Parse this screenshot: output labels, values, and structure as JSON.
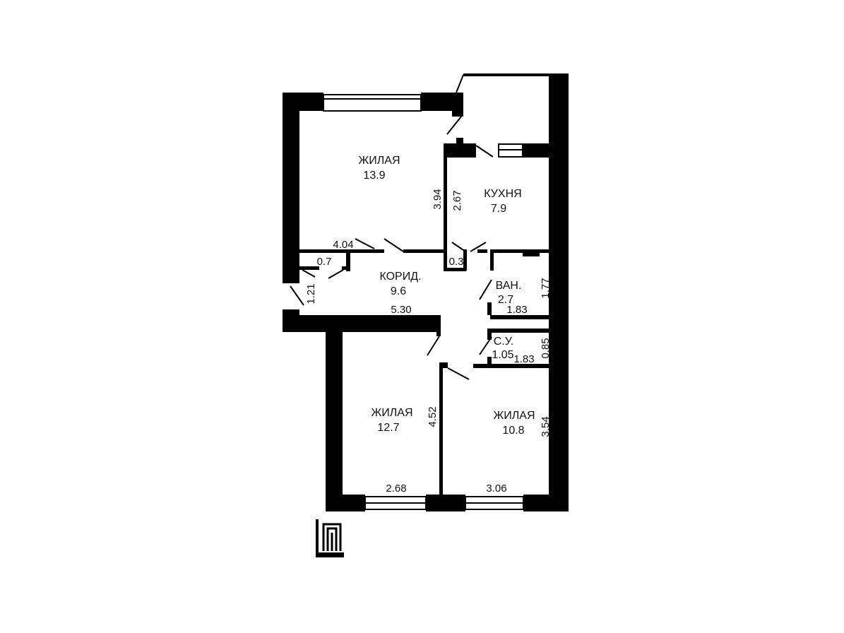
{
  "colors": {
    "wall": "#000000",
    "background": "#ffffff",
    "text": "#111111"
  },
  "rooms": [
    {
      "id": "living1",
      "name": "ЖИЛАЯ",
      "area": "13.9"
    },
    {
      "id": "kitchen",
      "name": "КУХНЯ",
      "area": "7.9"
    },
    {
      "id": "corridor",
      "name": "КОРИД.",
      "area": "9.6"
    },
    {
      "id": "bath",
      "name": "ВАН.",
      "area": "2.7"
    },
    {
      "id": "wc",
      "name": "С.У.",
      "area": "1.05"
    },
    {
      "id": "living2",
      "name": "ЖИЛАЯ",
      "area": "12.7"
    },
    {
      "id": "living3",
      "name": "ЖИЛАЯ",
      "area": "10.8"
    }
  ],
  "dimensions": {
    "d404": "4.04",
    "d07": "0.7",
    "d03": "0.3",
    "d121": "1.21",
    "d530": "5.30",
    "d394": "3.94",
    "d267": "2.67",
    "d177": "1.77",
    "d183a": "1.83",
    "d183b": "1.83",
    "d085": "0.85",
    "d452": "4.52",
    "d354": "3.54",
    "d268": "2.68",
    "d306": "3.06"
  }
}
